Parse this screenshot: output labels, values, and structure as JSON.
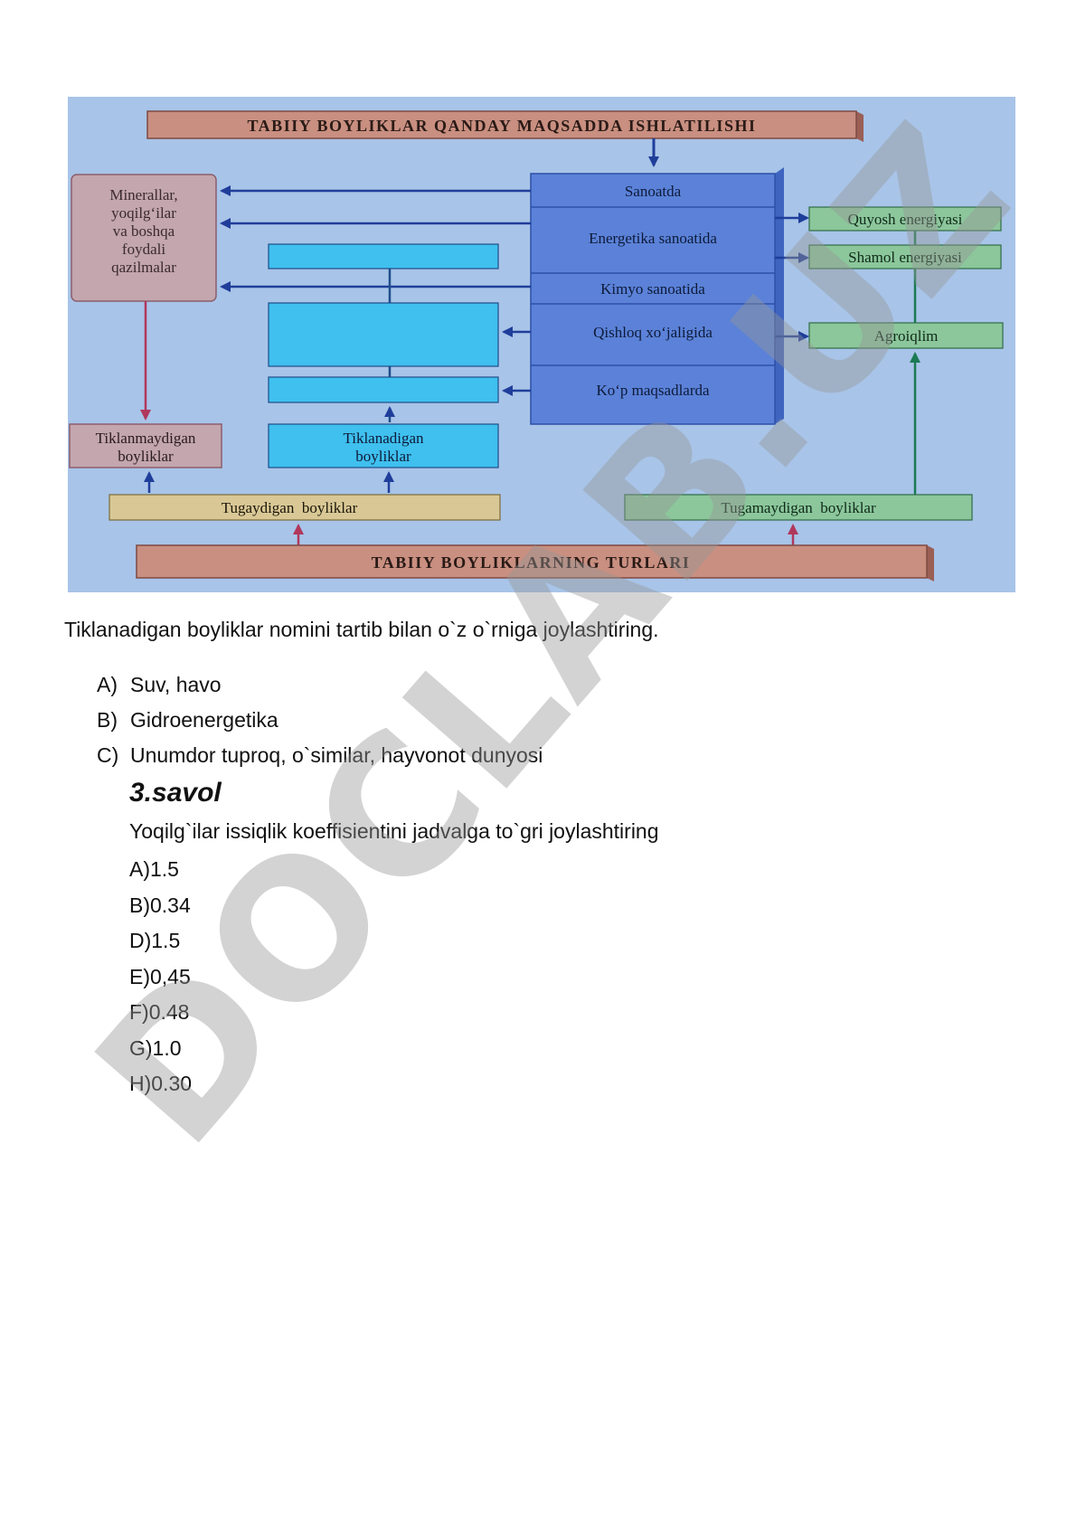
{
  "diagram": {
    "top_banner": "TABIIY BOYLIKLAR QANDAY MAQSADDA ISHLATILISHI",
    "bottom_banner": "TABIIY BOYLIKLARNING TURLARI",
    "minerals_box": [
      "Minerallar,",
      "yoqilg‘ilar",
      "va boshqa",
      "foydali",
      "qazilmalar"
    ],
    "usage_items": [
      "Sanoatda",
      "Energetika sanoatida",
      "Kimyo sanoatida",
      "Qishloq xo‘jaligida",
      "Ko‘p maqsadlarda"
    ],
    "energy_items": [
      "Quyosh energiyasi",
      "Shamol energiyasi"
    ],
    "agro_item": "Agroiqlim",
    "non_renewable": [
      "Tiklanmaydigan",
      "boyliklar"
    ],
    "renewable": [
      "Tiklanadigan",
      "boyliklar"
    ],
    "exhaustible": "Tugaydigan  boyliklar",
    "inexhaustible": "Tugamaydigan  boyliklar",
    "colors": {
      "background": "#a8c4e8",
      "banner": "#c98f80",
      "usage_block": "#5b82d8",
      "green_box": "#8cc79c",
      "blank_box": "#3fc0ee",
      "mineral_box": "#c3a6ae"
    }
  },
  "question_prompt": "Tiklanadigan boyliklar nomini tartib bilan o`z o`rniga joylashtiring.",
  "options": [
    {
      "letter": "A)",
      "text": "Suv, havo"
    },
    {
      "letter": "B)",
      "text": "Gidroenergetika"
    },
    {
      "letter": "C)",
      "text": "Unumdor tuproq, o`similar, hayvonot dunyosi"
    }
  ],
  "section": {
    "heading": "3.savol",
    "question": "Yoqilg`ilar issiqlik koeffisientini jadvalga to`gri joylashtiring",
    "answers": [
      "A)1.5",
      "B)0.34",
      "D)1.5",
      "E)0,45",
      "F)0.48",
      "G)1.0",
      "H)0.30"
    ]
  },
  "watermark": "DOCLAB.UZ"
}
